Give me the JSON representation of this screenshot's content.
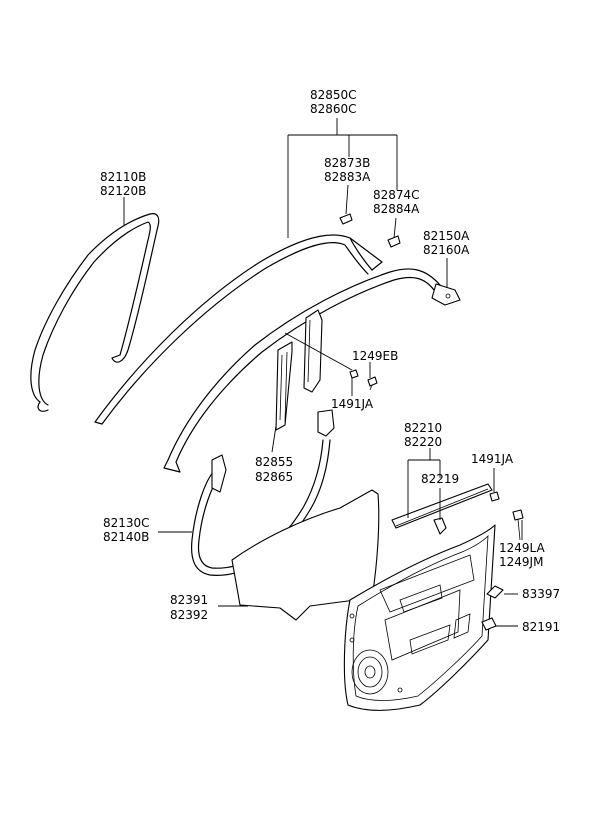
{
  "labels": {
    "l_82850C": "82850C",
    "l_82860C": "82860C",
    "l_82873B": "82873B",
    "l_82883A": "82883A",
    "l_82874C": "82874C",
    "l_82884A": "82884A",
    "l_82110B": "82110B",
    "l_82120B": "82120B",
    "l_82150A": "82150A",
    "l_82160A": "82160A",
    "l_1249EB": "1249EB",
    "l_1491JA_a": "1491JA",
    "l_82855": "82855",
    "l_82865": "82865",
    "l_82210": "82210",
    "l_82220": "82220",
    "l_82219": "82219",
    "l_1491JA_b": "1491JA",
    "l_82130C": "82130C",
    "l_82140B": "82140B",
    "l_1249LA": "1249LA",
    "l_1249JM": "1249JM",
    "l_83397": "83397",
    "l_82391": "82391",
    "l_82392": "82392",
    "l_82191": "82191"
  }
}
